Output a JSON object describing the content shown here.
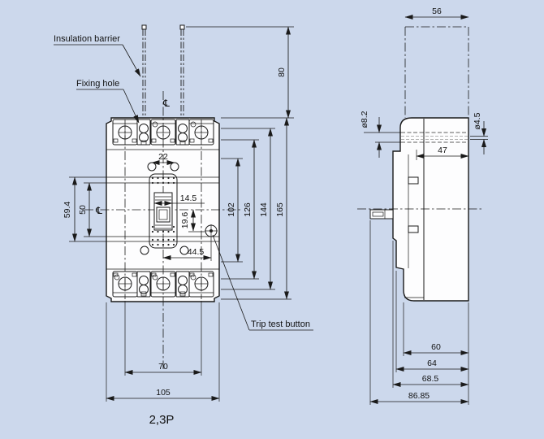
{
  "colors": {
    "background": "#ccd8ec",
    "line": "#1a1a1a",
    "body_fill": "#fdfdfe"
  },
  "front_view": {
    "callouts": {
      "insulation_barrier": "Insulation barrier",
      "fixing_hole": "Fixing hole",
      "trip_test_button": "Trip test button"
    },
    "centerline_symbol": "℄",
    "pole_label": "2,3P",
    "dims": {
      "d22": "22",
      "d14_5": "14.5",
      "d19_6": "19.6",
      "d44_5": "44.5",
      "d50": "50",
      "d59_4": "59.4",
      "d80": "80",
      "d102": "102",
      "d126": "126",
      "d144": "144",
      "d165": "165",
      "d70": "70",
      "d105": "105"
    }
  },
  "side_view": {
    "dims": {
      "d56": "56",
      "d8_2": "ø8.2",
      "d4_5": "ø4.5",
      "d47": "47",
      "d60": "60",
      "d64": "64",
      "d68_5": "68.5",
      "d86_85": "86.85"
    }
  }
}
